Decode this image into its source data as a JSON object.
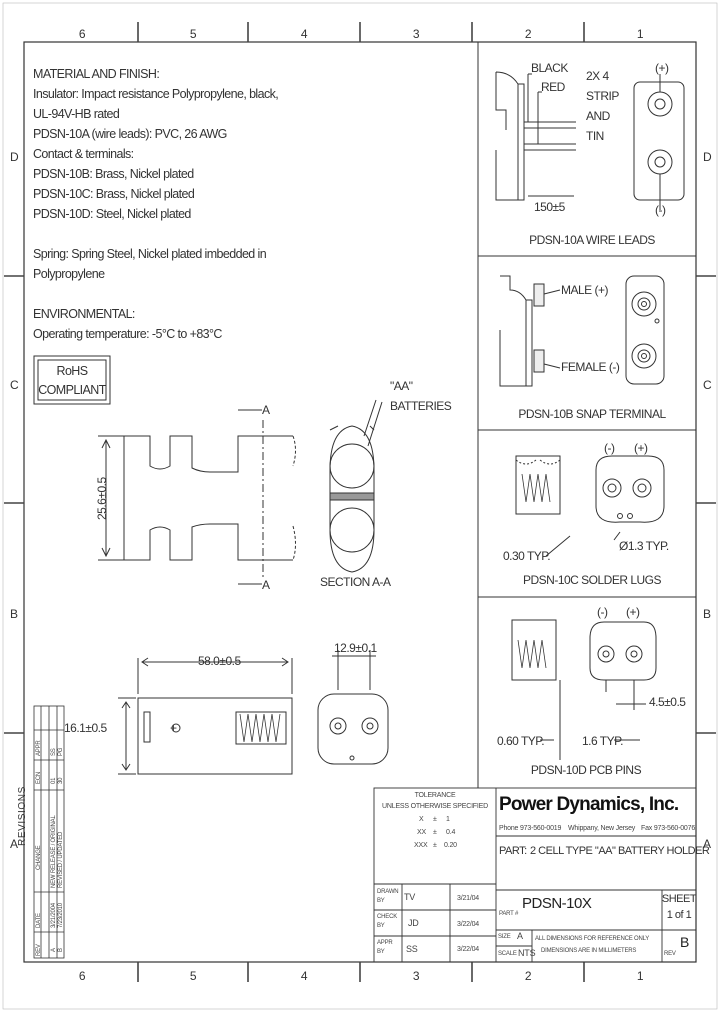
{
  "border": {
    "columns_top": [
      "6",
      "5",
      "4",
      "3",
      "2",
      "1"
    ],
    "columns_bottom": [
      "6",
      "5",
      "4",
      "3",
      "2",
      "1"
    ],
    "rows_left": [
      "D",
      "C",
      "B",
      "A"
    ]
  },
  "notes": {
    "lines": [
      "MATERIAL AND FINISH:",
      "Insulator: Impact resistance Polypropylene, black,",
      "UL-94V-HB rated",
      "PDSN-10A (wire leads): PVC, 26 AWG",
      "Contact & terminals:",
      "PDSN-10B: Brass, Nickel plated",
      "PDSN-10C: Brass, Nickel plated",
      "PDSN-10D: Steel, Nickel plated",
      "",
      "Spring: Spring Steel, Nickel plated imbedded in",
      "Polypropylene",
      "",
      "ENVIRONMENTAL:",
      "Operating temperature: -5°C to +83°C"
    ],
    "rohs": [
      "RoHS",
      "COMPLIANT"
    ]
  },
  "views": {
    "section_label": "SECTION A-A",
    "a_marker": "A",
    "aa_label": "\"AA\"",
    "batteries_label": "BATTERIES",
    "dim_height": "25.6±0.5",
    "dim_length": "58.0±0.5",
    "dim_width_side": "16.1±0.5",
    "dim_snap": "12.9±0.1",
    "plus_sign": "+"
  },
  "variants": {
    "a": {
      "caption": "PDSN-10A WIRE LEADS",
      "black": "BLACK",
      "red": "RED",
      "strip": [
        "2X 4",
        "STRIP",
        "AND",
        "TIN"
      ],
      "lead_length": "150±5",
      "plus": "(+)",
      "minus": "(-)"
    },
    "b": {
      "caption": "PDSN-10B SNAP TERMINAL",
      "male": "MALE (+)",
      "female": "FEMALE (-)"
    },
    "c": {
      "caption": "PDSN-10C SOLDER LUGS",
      "minus": "(-)",
      "plus": "(+)",
      "typ1": "0.30 TYP.",
      "typ2": "Ø1.3 TYP."
    },
    "d": {
      "caption": "PDSN-10D PCB PINS",
      "minus": "(-)",
      "plus": "(+)",
      "pin_len": "4.5±0.5",
      "typ1": "0.60 TYP.",
      "typ2": "1.6 TYP."
    }
  },
  "tolerance": {
    "title": "TOLERANCE",
    "subtitle": "UNLESS OTHERWISE SPECIFIED",
    "rows": [
      [
        "X",
        "±",
        "1"
      ],
      [
        "XX",
        "±",
        "0.4"
      ],
      [
        "XXX",
        "±",
        "0.20"
      ]
    ]
  },
  "company": {
    "name": "Power Dynamics, Inc.",
    "phone": "Phone 973-560-0019",
    "city": "Whippany, New Jersey",
    "fax": "Fax 973-560-0076"
  },
  "part": {
    "label": "PART:",
    "value": "2 CELL TYPE \"AA\" BATTERY HOLDER"
  },
  "approvals": [
    {
      "role": [
        "DRAWN",
        "BY"
      ],
      "who": "TV",
      "date": "3/21/04"
    },
    {
      "role": [
        "CHECK",
        "BY"
      ],
      "who": "JD",
      "date": "3/22/04"
    },
    {
      "role": [
        "APPR",
        "BY"
      ],
      "who": "SS",
      "date": "3/22/04"
    }
  ],
  "part_number": {
    "label": "PART #",
    "value": "PDSN-10X"
  },
  "sheet": {
    "label": "SHEET",
    "value": "1 of 1"
  },
  "size": {
    "label": "SIZE",
    "value": "A"
  },
  "scale": {
    "label": "SCALE",
    "value": "NTS"
  },
  "rev": {
    "label": "REV",
    "value": "B"
  },
  "disclaimer": [
    "ALL DIMENSIONS FOR REFERENCE ONLY",
    "DIMENSIONS ARE IN MILLIMETERS"
  ],
  "revisions": {
    "title": "REVISIONS",
    "headers": [
      "REV",
      "DATE",
      "CHANGE",
      "ECN",
      "APPR"
    ],
    "rows": [
      {
        "rev": "B",
        "date": "7/23/2010",
        "change": "REVISED / UPDATED",
        "ecn": "30",
        "appr": "PG"
      },
      {
        "rev": "A",
        "date": "3/21/2004",
        "change": "NEW RELEASE / ORIGINAL",
        "ecn": "01",
        "appr": "SS"
      }
    ]
  }
}
